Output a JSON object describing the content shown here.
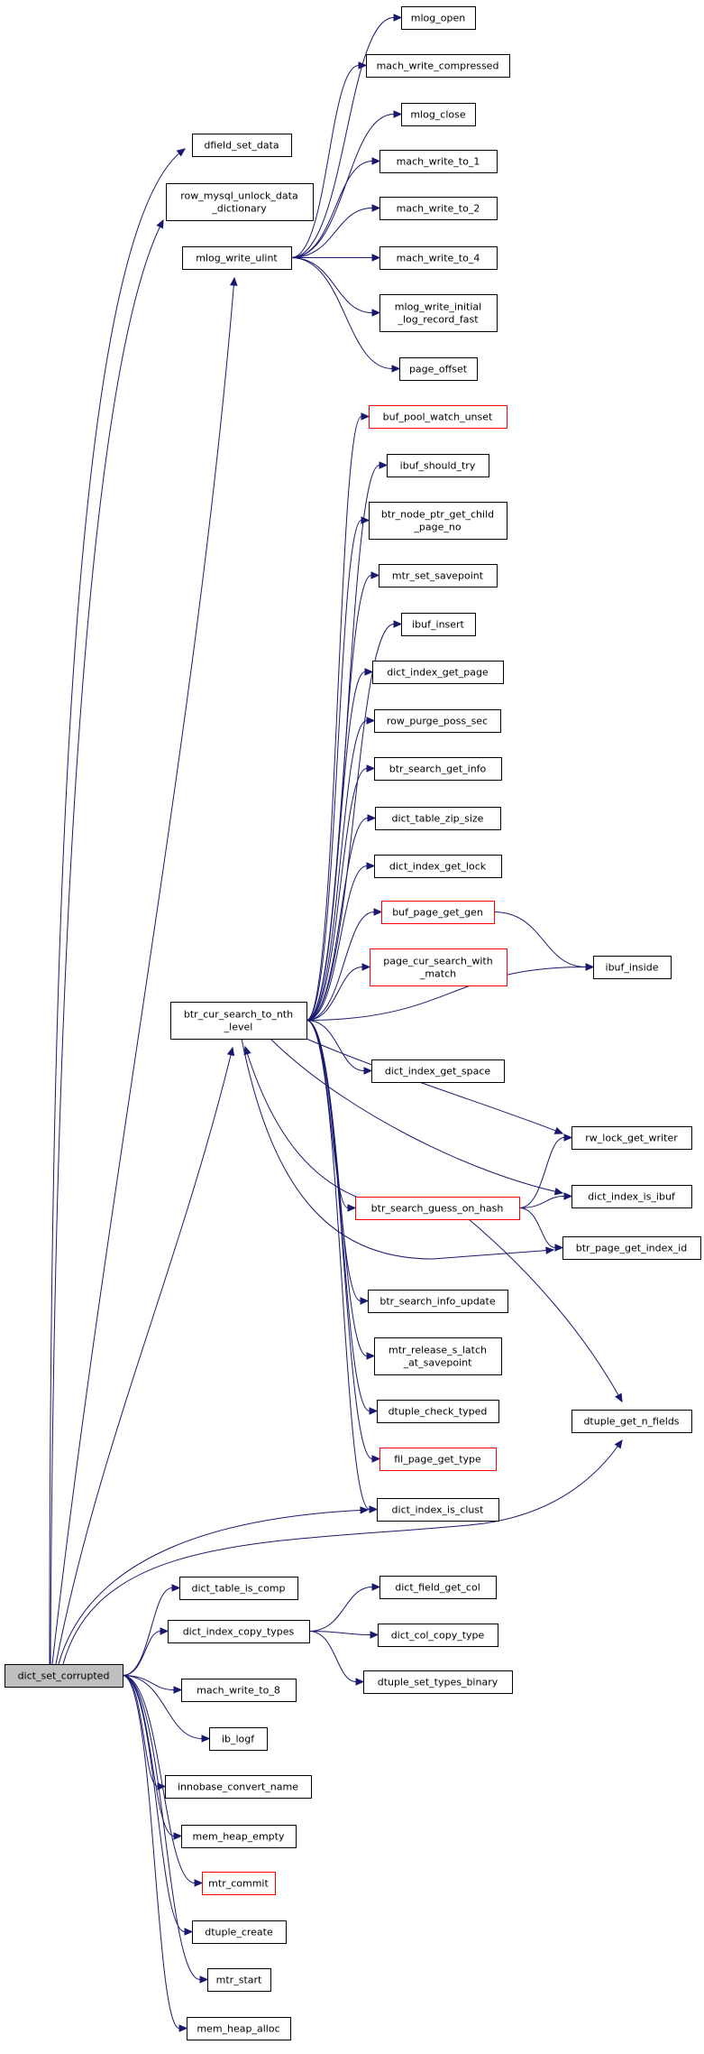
{
  "graph": {
    "root": "dict_set_corrupted",
    "nodes": [
      {
        "id": "dict_set_corrupted",
        "lines": [
          "dict_set_corrupted"
        ],
        "style": "root"
      },
      {
        "id": "dfield_set_data",
        "lines": [
          "dfield_set_data"
        ]
      },
      {
        "id": "row_mysql_unlock_data_dictionary",
        "lines": [
          "row_mysql_unlock_data",
          "_dictionary"
        ]
      },
      {
        "id": "mlog_write_ulint",
        "lines": [
          "mlog_write_ulint"
        ]
      },
      {
        "id": "mlog_open",
        "lines": [
          "mlog_open"
        ]
      },
      {
        "id": "mach_write_compressed",
        "lines": [
          "mach_write_compressed"
        ]
      },
      {
        "id": "mlog_close",
        "lines": [
          "mlog_close"
        ]
      },
      {
        "id": "mach_write_to_1",
        "lines": [
          "mach_write_to_1"
        ]
      },
      {
        "id": "mach_write_to_2",
        "lines": [
          "mach_write_to_2"
        ]
      },
      {
        "id": "mach_write_to_4",
        "lines": [
          "mach_write_to_4"
        ]
      },
      {
        "id": "mlog_write_initial_log_record_fast",
        "lines": [
          "mlog_write_initial",
          "_log_record_fast"
        ]
      },
      {
        "id": "page_offset",
        "lines": [
          "page_offset"
        ]
      },
      {
        "id": "btr_cur_search_to_nth_level",
        "lines": [
          "btr_cur_search_to_nth",
          "_level"
        ]
      },
      {
        "id": "buf_pool_watch_unset",
        "lines": [
          "buf_pool_watch_unset"
        ],
        "style": "red"
      },
      {
        "id": "ibuf_should_try",
        "lines": [
          "ibuf_should_try"
        ]
      },
      {
        "id": "btr_node_ptr_get_child_page_no",
        "lines": [
          "btr_node_ptr_get_child",
          "_page_no"
        ]
      },
      {
        "id": "mtr_set_savepoint",
        "lines": [
          "mtr_set_savepoint"
        ]
      },
      {
        "id": "ibuf_insert",
        "lines": [
          "ibuf_insert"
        ]
      },
      {
        "id": "dict_index_get_page",
        "lines": [
          "dict_index_get_page"
        ]
      },
      {
        "id": "row_purge_poss_sec",
        "lines": [
          "row_purge_poss_sec"
        ]
      },
      {
        "id": "btr_search_get_info",
        "lines": [
          "btr_search_get_info"
        ]
      },
      {
        "id": "dict_table_zip_size",
        "lines": [
          "dict_table_zip_size"
        ]
      },
      {
        "id": "dict_index_get_lock",
        "lines": [
          "dict_index_get_lock"
        ]
      },
      {
        "id": "buf_page_get_gen",
        "lines": [
          "buf_page_get_gen"
        ],
        "style": "red"
      },
      {
        "id": "page_cur_search_with_match",
        "lines": [
          "page_cur_search_with",
          "_match"
        ],
        "style": "red"
      },
      {
        "id": "ibuf_inside",
        "lines": [
          "ibuf_inside"
        ]
      },
      {
        "id": "dict_index_get_space",
        "lines": [
          "dict_index_get_space"
        ]
      },
      {
        "id": "rw_lock_get_writer",
        "lines": [
          "rw_lock_get_writer"
        ]
      },
      {
        "id": "btr_search_guess_on_hash",
        "lines": [
          "btr_search_guess_on_hash"
        ],
        "style": "red"
      },
      {
        "id": "dict_index_is_ibuf",
        "lines": [
          "dict_index_is_ibuf"
        ]
      },
      {
        "id": "btr_page_get_index_id",
        "lines": [
          "btr_page_get_index_id"
        ]
      },
      {
        "id": "btr_search_info_update",
        "lines": [
          "btr_search_info_update"
        ]
      },
      {
        "id": "mtr_release_s_latch_at_savepoint",
        "lines": [
          "mtr_release_s_latch",
          "_at_savepoint"
        ]
      },
      {
        "id": "dtuple_check_typed",
        "lines": [
          "dtuple_check_typed"
        ]
      },
      {
        "id": "dtuple_get_n_fields",
        "lines": [
          "dtuple_get_n_fields"
        ]
      },
      {
        "id": "fil_page_get_type",
        "lines": [
          "fil_page_get_type"
        ],
        "style": "red"
      },
      {
        "id": "dict_index_is_clust",
        "lines": [
          "dict_index_is_clust"
        ]
      },
      {
        "id": "dict_table_is_comp",
        "lines": [
          "dict_table_is_comp"
        ]
      },
      {
        "id": "dict_index_copy_types",
        "lines": [
          "dict_index_copy_types"
        ]
      },
      {
        "id": "dict_field_get_col",
        "lines": [
          "dict_field_get_col"
        ]
      },
      {
        "id": "dict_col_copy_type",
        "lines": [
          "dict_col_copy_type"
        ]
      },
      {
        "id": "dtuple_set_types_binary",
        "lines": [
          "dtuple_set_types_binary"
        ]
      },
      {
        "id": "mach_write_to_8",
        "lines": [
          "mach_write_to_8"
        ]
      },
      {
        "id": "ib_logf",
        "lines": [
          "ib_logf"
        ]
      },
      {
        "id": "innobase_convert_name",
        "lines": [
          "innobase_convert_name"
        ]
      },
      {
        "id": "mem_heap_empty",
        "lines": [
          "mem_heap_empty"
        ]
      },
      {
        "id": "mtr_commit",
        "lines": [
          "mtr_commit"
        ],
        "style": "red"
      },
      {
        "id": "dtuple_create",
        "lines": [
          "dtuple_create"
        ]
      },
      {
        "id": "mtr_start",
        "lines": [
          "mtr_start"
        ]
      },
      {
        "id": "mem_heap_alloc",
        "lines": [
          "mem_heap_alloc"
        ]
      }
    ],
    "edges": [
      [
        "dict_set_corrupted",
        "dfield_set_data"
      ],
      [
        "dict_set_corrupted",
        "row_mysql_unlock_data_dictionary"
      ],
      [
        "dict_set_corrupted",
        "mlog_write_ulint"
      ],
      [
        "dict_set_corrupted",
        "btr_cur_search_to_nth_level"
      ],
      [
        "dict_set_corrupted",
        "dtuple_get_n_fields"
      ],
      [
        "dict_set_corrupted",
        "dict_index_is_clust"
      ],
      [
        "dict_set_corrupted",
        "dict_table_is_comp"
      ],
      [
        "dict_set_corrupted",
        "dict_index_copy_types"
      ],
      [
        "dict_set_corrupted",
        "mach_write_to_8"
      ],
      [
        "dict_set_corrupted",
        "ib_logf"
      ],
      [
        "dict_set_corrupted",
        "innobase_convert_name"
      ],
      [
        "dict_set_corrupted",
        "mem_heap_empty"
      ],
      [
        "dict_set_corrupted",
        "mtr_commit"
      ],
      [
        "dict_set_corrupted",
        "dtuple_create"
      ],
      [
        "dict_set_corrupted",
        "mtr_start"
      ],
      [
        "dict_set_corrupted",
        "mem_heap_alloc"
      ],
      [
        "mlog_write_ulint",
        "mlog_open"
      ],
      [
        "mlog_write_ulint",
        "mach_write_compressed"
      ],
      [
        "mlog_write_ulint",
        "mlog_close"
      ],
      [
        "mlog_write_ulint",
        "mach_write_to_1"
      ],
      [
        "mlog_write_ulint",
        "mach_write_to_2"
      ],
      [
        "mlog_write_ulint",
        "mach_write_to_4"
      ],
      [
        "mlog_write_ulint",
        "mlog_write_initial_log_record_fast"
      ],
      [
        "mlog_write_ulint",
        "page_offset"
      ],
      [
        "btr_cur_search_to_nth_level",
        "buf_pool_watch_unset"
      ],
      [
        "btr_cur_search_to_nth_level",
        "ibuf_should_try"
      ],
      [
        "btr_cur_search_to_nth_level",
        "btr_node_ptr_get_child_page_no"
      ],
      [
        "btr_cur_search_to_nth_level",
        "mtr_set_savepoint"
      ],
      [
        "btr_cur_search_to_nth_level",
        "ibuf_insert"
      ],
      [
        "btr_cur_search_to_nth_level",
        "dict_index_get_page"
      ],
      [
        "btr_cur_search_to_nth_level",
        "row_purge_poss_sec"
      ],
      [
        "btr_cur_search_to_nth_level",
        "btr_search_get_info"
      ],
      [
        "btr_cur_search_to_nth_level",
        "dict_table_zip_size"
      ],
      [
        "btr_cur_search_to_nth_level",
        "dict_index_get_lock"
      ],
      [
        "btr_cur_search_to_nth_level",
        "buf_page_get_gen"
      ],
      [
        "btr_cur_search_to_nth_level",
        "page_cur_search_with_match"
      ],
      [
        "btr_cur_search_to_nth_level",
        "ibuf_inside"
      ],
      [
        "btr_cur_search_to_nth_level",
        "dict_index_get_space"
      ],
      [
        "btr_cur_search_to_nth_level",
        "rw_lock_get_writer"
      ],
      [
        "btr_cur_search_to_nth_level",
        "btr_search_guess_on_hash"
      ],
      [
        "btr_cur_search_to_nth_level",
        "dict_index_is_ibuf"
      ],
      [
        "btr_cur_search_to_nth_level",
        "btr_page_get_index_id"
      ],
      [
        "btr_cur_search_to_nth_level",
        "btr_search_info_update"
      ],
      [
        "btr_cur_search_to_nth_level",
        "mtr_release_s_latch_at_savepoint"
      ],
      [
        "btr_cur_search_to_nth_level",
        "dtuple_check_typed"
      ],
      [
        "btr_cur_search_to_nth_level",
        "fil_page_get_type"
      ],
      [
        "btr_cur_search_to_nth_level",
        "dict_index_is_clust"
      ],
      [
        "buf_page_get_gen",
        "ibuf_inside"
      ],
      [
        "btr_search_guess_on_hash",
        "btr_cur_search_to_nth_level"
      ],
      [
        "btr_search_guess_on_hash",
        "rw_lock_get_writer"
      ],
      [
        "btr_search_guess_on_hash",
        "dict_index_is_ibuf"
      ],
      [
        "btr_search_guess_on_hash",
        "btr_page_get_index_id"
      ],
      [
        "btr_search_guess_on_hash",
        "dtuple_get_n_fields"
      ],
      [
        "dict_index_copy_types",
        "dict_field_get_col"
      ],
      [
        "dict_index_copy_types",
        "dict_col_copy_type"
      ],
      [
        "dict_index_copy_types",
        "dtuple_set_types_binary"
      ]
    ],
    "colors": {
      "edge": "#191970",
      "node_border": "#000000",
      "highlight_border": "#ff0000",
      "root_fill": "#bfbfbf",
      "background": "#ffffff"
    }
  }
}
